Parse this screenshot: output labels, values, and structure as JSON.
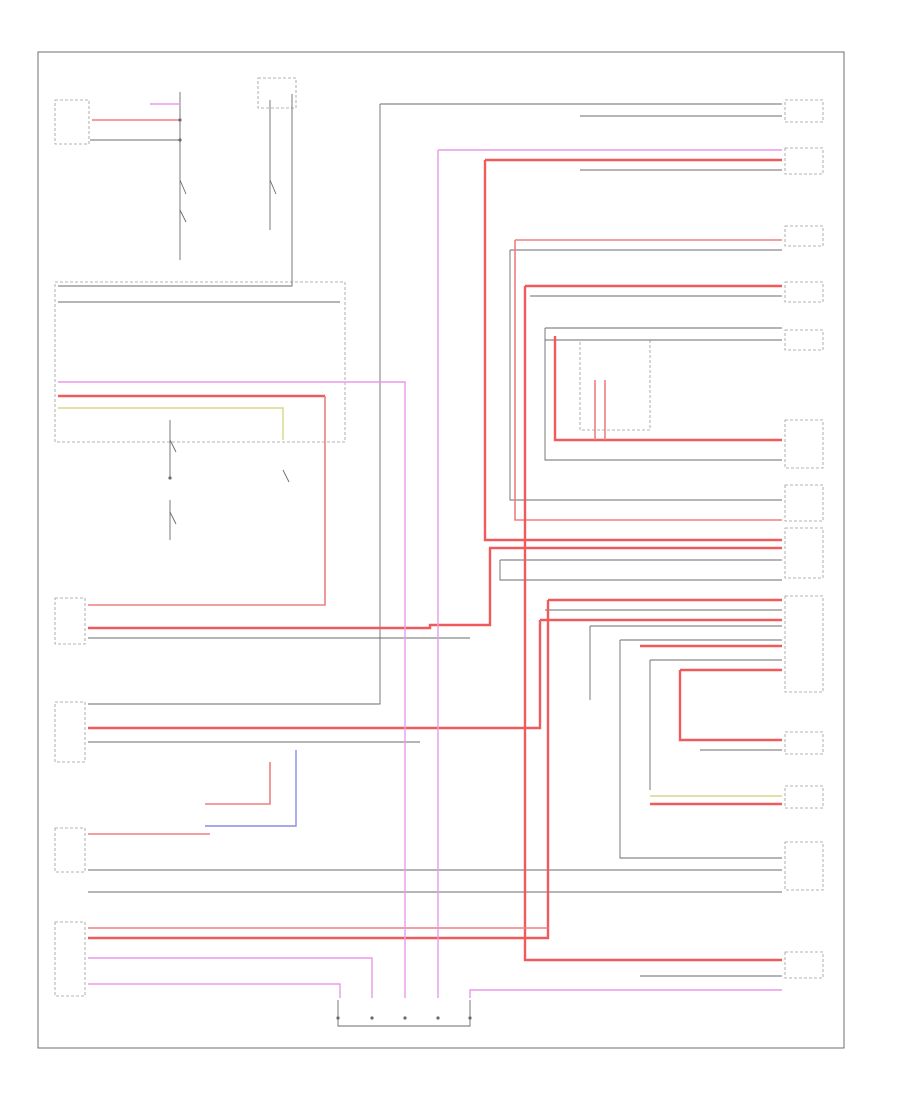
{
  "diagram": {
    "footer_code": "",
    "modules": [
      {
        "id": "m_tl",
        "lines": [
          "",
          "",
          "",
          "",
          "",
          ""
        ]
      },
      {
        "id": "m_tr_top",
        "lines": [
          "",
          "",
          "",
          ""
        ]
      },
      {
        "id": "m_tr_2",
        "lines": [
          "",
          "",
          "",
          ""
        ]
      },
      {
        "id": "m_tr_3",
        "lines": [
          "",
          ""
        ]
      },
      {
        "id": "m_tr_4",
        "lines": [
          ""
        ]
      },
      {
        "id": "m_mid_r",
        "lines": [
          "",
          "",
          "",
          "",
          "",
          "",
          ""
        ]
      },
      {
        "id": "m_lower_l1",
        "lines": [
          "",
          "",
          "",
          ""
        ]
      },
      {
        "id": "m_lower_l2",
        "lines": [
          "",
          "",
          ""
        ]
      },
      {
        "id": "m_lower_l3",
        "lines": [
          "",
          "",
          ""
        ]
      },
      {
        "id": "m_lower_l4",
        "lines": [
          "",
          "",
          ""
        ]
      },
      {
        "id": "m_bottom_c",
        "lines": [
          "",
          "",
          ""
        ]
      },
      {
        "id": "m_bottom_r",
        "lines": [
          "",
          "",
          ""
        ]
      }
    ]
  }
}
